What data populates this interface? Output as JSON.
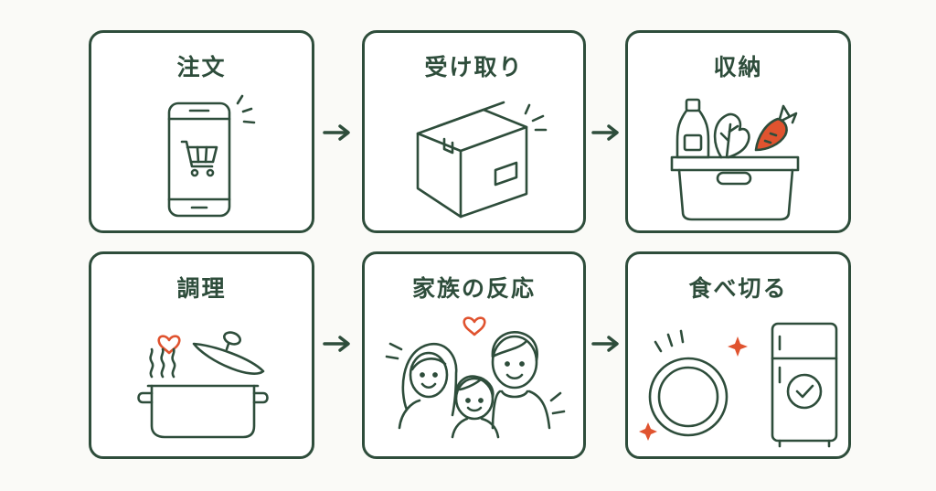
{
  "steps": [
    {
      "label": "注文",
      "icon": "smartphone-cart-icon"
    },
    {
      "label": "受け取り",
      "icon": "cardboard-box-icon"
    },
    {
      "label": "収納",
      "icon": "storage-basket-icon"
    },
    {
      "label": "調理",
      "icon": "cooking-pot-icon"
    },
    {
      "label": "家族の反応",
      "icon": "happy-family-icon"
    },
    {
      "label": "食べ切る",
      "icon": "clean-plate-fridge-icon"
    }
  ],
  "colors": {
    "line": "#2e4d3b",
    "accent": "#e0532f",
    "background": "#fafaf7",
    "card": "#ffffff"
  }
}
